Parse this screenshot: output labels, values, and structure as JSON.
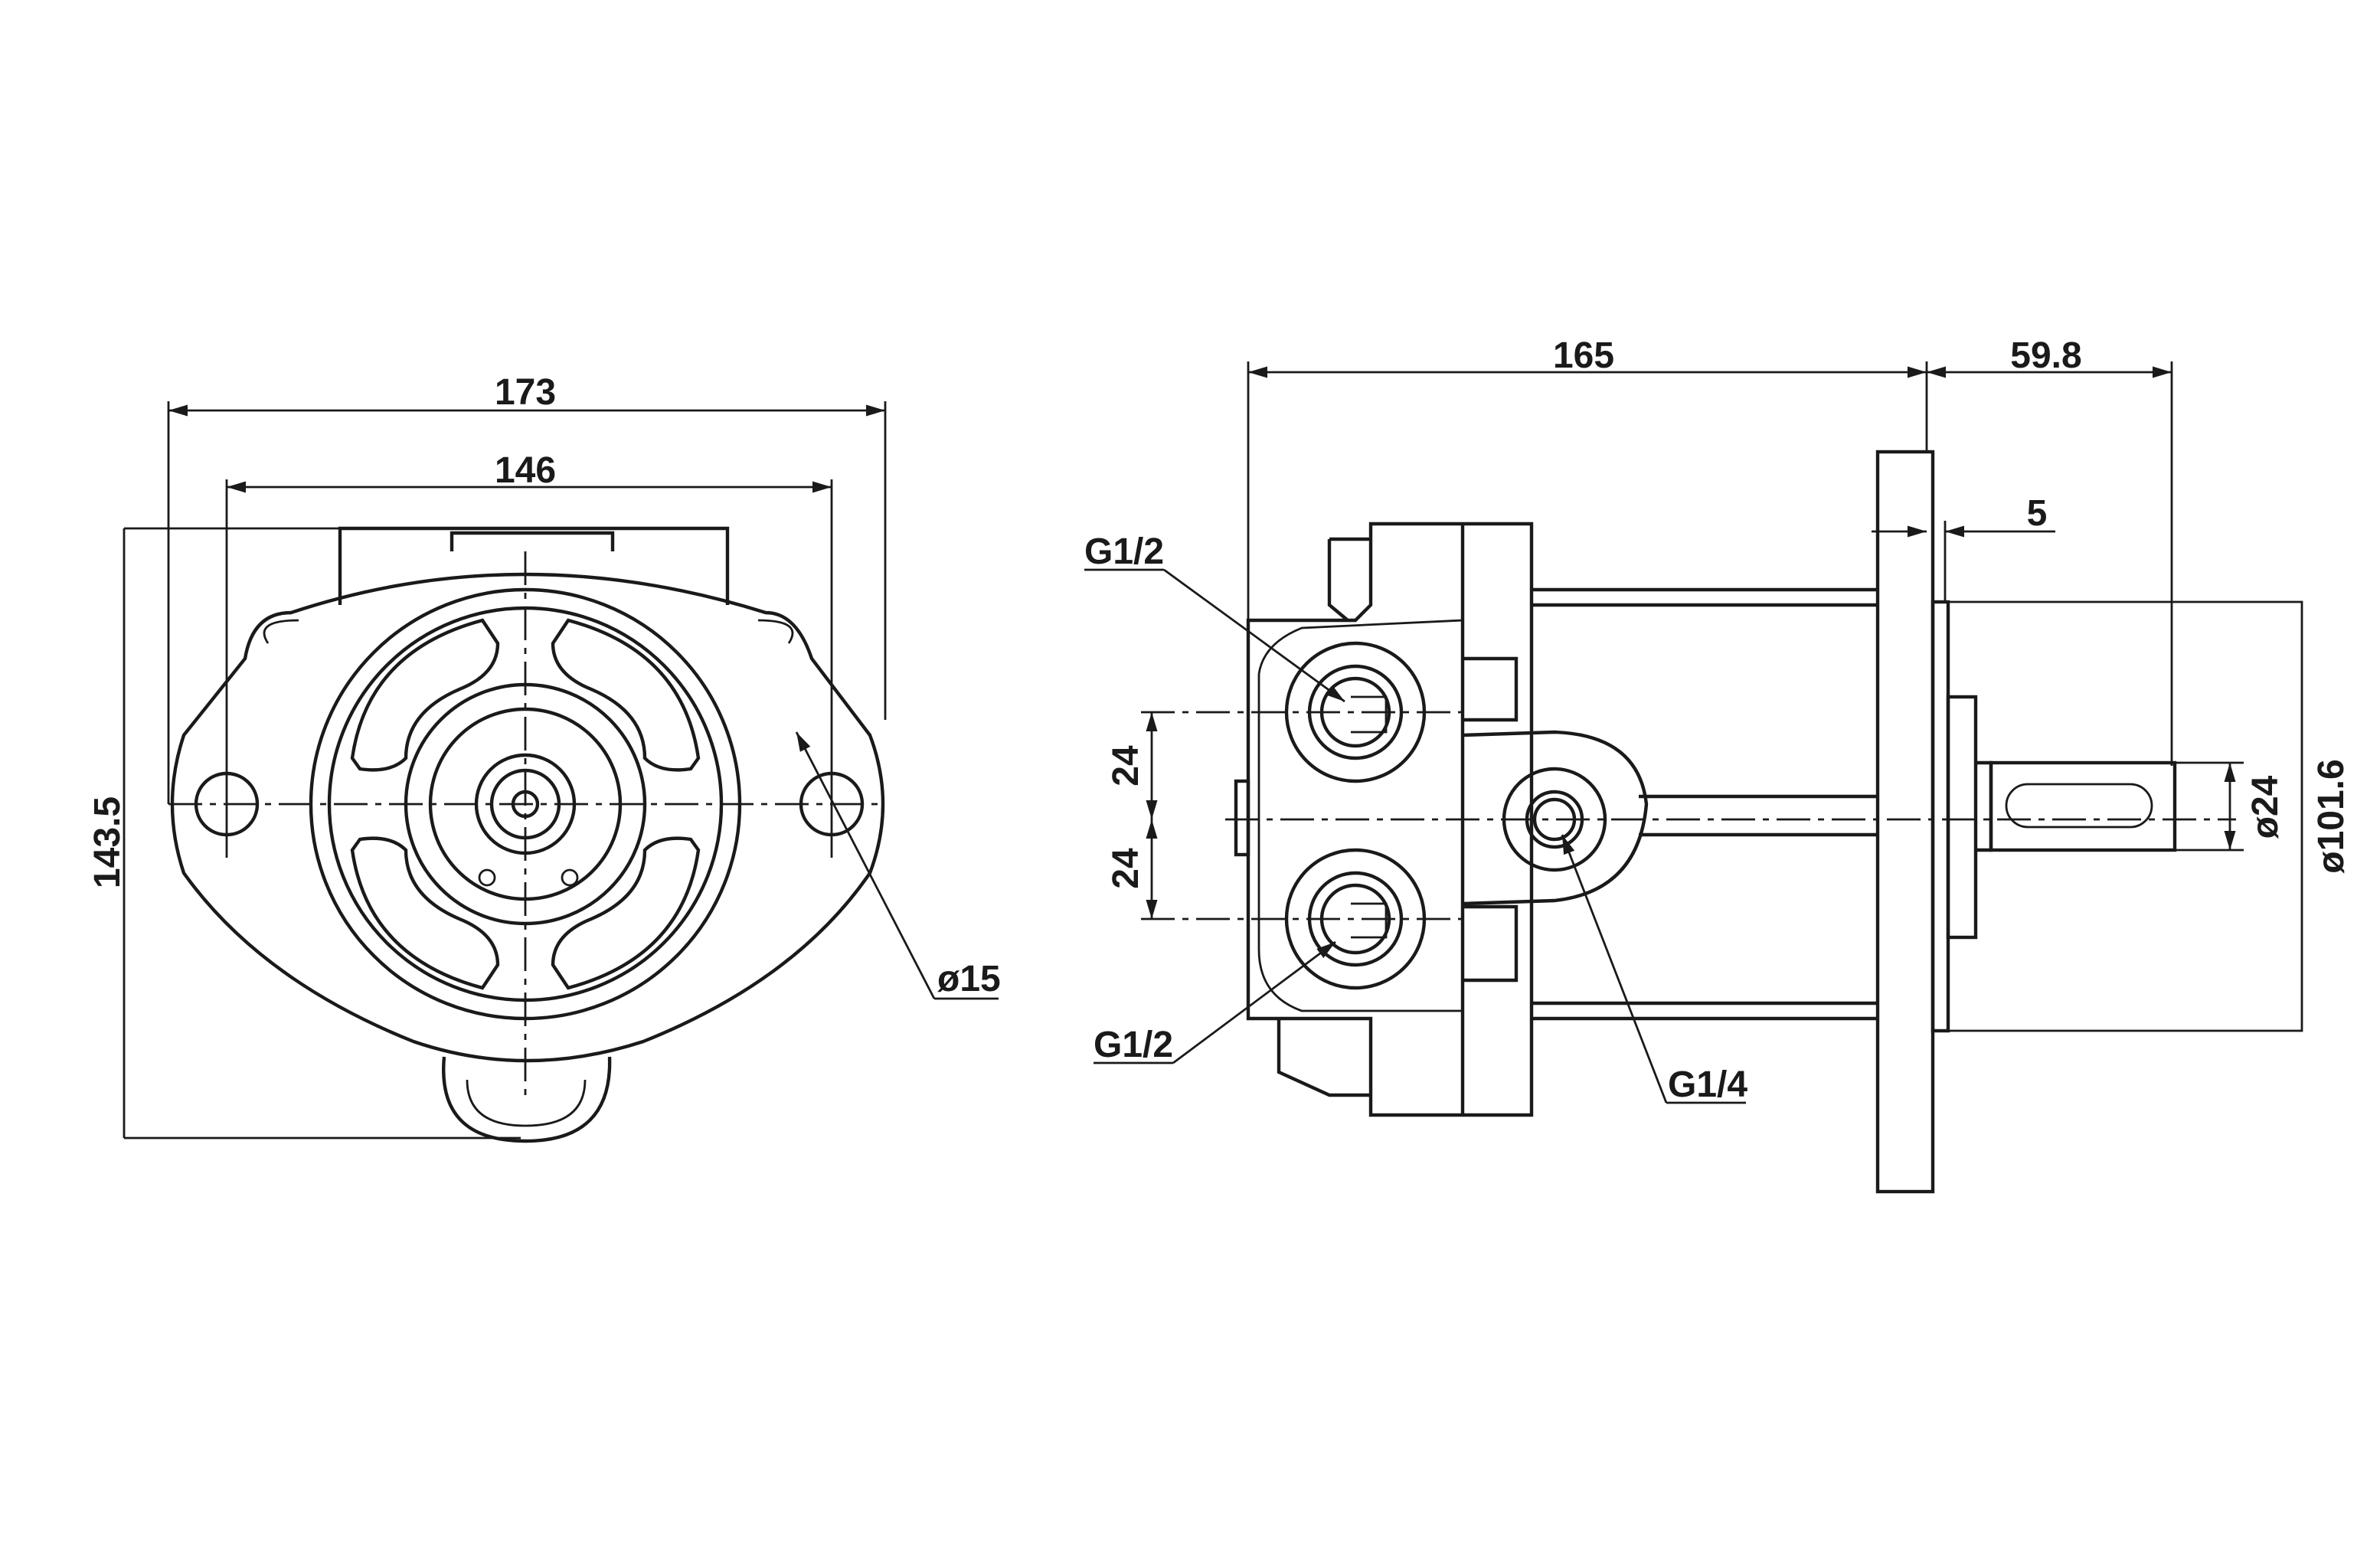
{
  "front_view": {
    "dim_overall_width": "173",
    "dim_hole_spacing": "146",
    "dim_height": "143.5",
    "dim_hole_diameter": "ø15"
  },
  "side_view": {
    "dim_body_length": "165",
    "dim_shaft_length": "59.8",
    "dim_pilot": "5",
    "dim_port_offset_upper": "24",
    "dim_port_offset_lower": "24",
    "dim_shaft_diameter": "ø24",
    "dim_pilot_diameter": "ø101.6",
    "port_upper": "G1/2",
    "port_lower": "G1/2",
    "port_drain": "G1/4"
  }
}
